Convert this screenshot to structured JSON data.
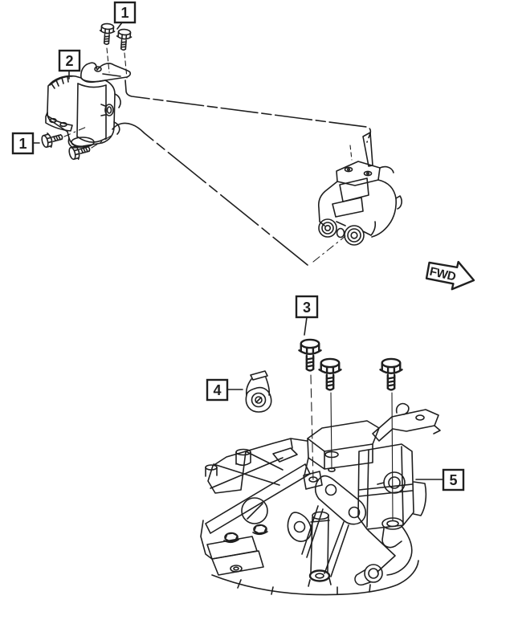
{
  "diagram": {
    "background_color": "#ffffff",
    "line_color": "#1f1f1f",
    "callouts": {
      "top_1": "1",
      "item_2": "2",
      "left_1": "1",
      "item_3": "3",
      "item_4": "4",
      "item_5": "5"
    },
    "direction_arrow": "FWD"
  }
}
